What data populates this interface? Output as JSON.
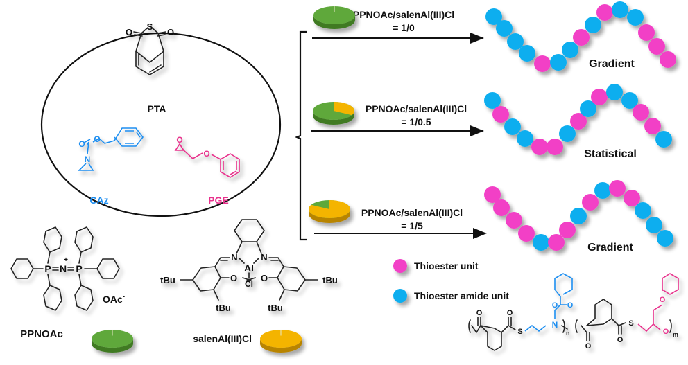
{
  "colors": {
    "thioester": "#f23fc6",
    "thioester_amide": "#0eaeef",
    "ppnoac": "#5ea83a",
    "ppnoac_dark": "#3f7a24",
    "salen": "#f4b400",
    "salen_dark": "#b88400",
    "caz": "#1e8ef0",
    "pge": "#e8308c"
  },
  "monomers": {
    "pta": {
      "label": "PTA",
      "atoms": {
        "s": "S",
        "o1": "O",
        "o2": "O"
      }
    },
    "caz": {
      "label": "CAz",
      "atoms": {
        "o1": "O",
        "o2": "O",
        "n": "N"
      }
    },
    "pge": {
      "label": "PGE",
      "atoms": {
        "o1": "O",
        "o2": "O"
      }
    }
  },
  "catalysts": {
    "ppnoac": {
      "label": "PPNOAc",
      "counterion": "OAc",
      "counterion_charge": "-",
      "atoms": {
        "p1": "P",
        "n": "N",
        "p2": "P",
        "charge": "+"
      }
    },
    "salen": {
      "label": "salenAl(III)Cl",
      "atoms": {
        "n1": "N",
        "n2": "N",
        "al": "Al",
        "o1": "O",
        "o2": "O",
        "cl": "Cl"
      },
      "substituents": [
        "tBu",
        "tBu",
        "tBu",
        "tBu"
      ]
    }
  },
  "conditions": [
    {
      "line1": "PPNOAc/salenAl(III)Cl",
      "line2": "= 1/0",
      "ppnoac_fraction": 1.0,
      "salen_fraction": 0.0,
      "result": "Gradient",
      "sequence": [
        "B",
        "B",
        "B",
        "B",
        "P",
        "B",
        "B",
        "P",
        "B",
        "P",
        "B",
        "B",
        "P",
        "P",
        "P"
      ]
    },
    {
      "line1": "PPNOAc/salenAl(III)Cl",
      "line2": "= 1/0.5",
      "ppnoac_fraction": 0.67,
      "salen_fraction": 0.33,
      "result": "Statistical",
      "sequence": [
        "B",
        "P",
        "B",
        "B",
        "P",
        "P",
        "B",
        "P",
        "B",
        "P",
        "B",
        "B",
        "P",
        "P",
        "B"
      ]
    },
    {
      "line1": "PPNOAc/salenAl(III)Cl",
      "line2": "= 1/5",
      "ppnoac_fraction": 0.17,
      "salen_fraction": 0.83,
      "result": "Gradient",
      "sequence": [
        "P",
        "P",
        "P",
        "P",
        "B",
        "P",
        "P",
        "B",
        "P",
        "B",
        "P",
        "P",
        "B",
        "B",
        "B"
      ]
    }
  ],
  "legend": [
    {
      "label": "Thioester unit",
      "color_key": "thioester"
    },
    {
      "label": "Thioester amide unit",
      "color_key": "thioester_amide"
    }
  ],
  "polymer": {
    "atoms": {
      "o1": "O",
      "o2": "O",
      "s1": "S",
      "n": "N",
      "o3": "O",
      "o4": "O",
      "o5": "O",
      "o6": "O",
      "s2": "S",
      "o7": "O",
      "o8": "O"
    },
    "subscript_n": "n",
    "subscript_m": "m"
  }
}
